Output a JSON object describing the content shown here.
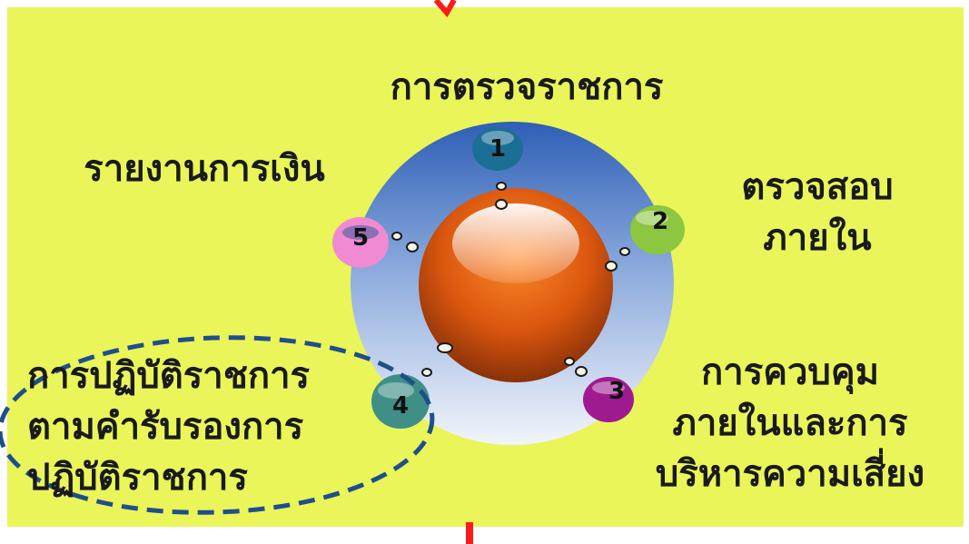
{
  "colors": {
    "background": "#eaf55a",
    "accent_red": "#ff0000",
    "dashed_outline": "#1f4e8c",
    "outer_disc_top": "#3a6fc4",
    "outer_disc_bottom": "#e6edf7",
    "center_sphere": "#e25a0c"
  },
  "nodes": [
    {
      "number": "1",
      "color": "#1b6f95"
    },
    {
      "number": "2",
      "color": "#8dc63f"
    },
    {
      "number": "3",
      "color": "#a01a8f"
    },
    {
      "number": "4",
      "color": "#3f8f86"
    },
    {
      "number": "5",
      "color": "#f08ad2"
    }
  ],
  "labels": {
    "label_1": "การตรวจราชการ",
    "label_2": [
      "ตรวจสอบ",
      "ภายใน"
    ],
    "label_3": [
      "การควบคุม",
      "ภายในและการ",
      "บริหารความเสี่ยง"
    ],
    "label_4": [
      "การปฏิบัติราชการ",
      "ตามคำรับรองการ",
      "ปฏิบัติราชการ"
    ],
    "label_5": "รายงานการเงิน"
  }
}
